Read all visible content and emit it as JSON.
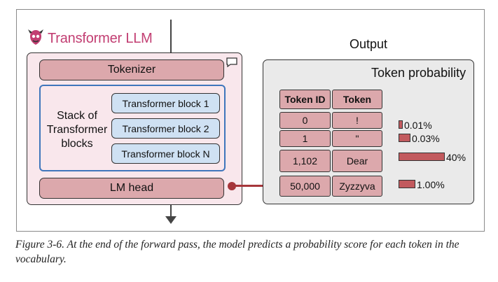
{
  "llm": {
    "title": "Transformer LLM",
    "tokenizer_label": "Tokenizer",
    "stack_label": "Stack of Transformer blocks",
    "blocks": [
      "Transformer block 1",
      "Transformer block 2",
      "Transformer block N"
    ],
    "lm_head_label": "LM head"
  },
  "output": {
    "title": "Output",
    "panel_title": "Token probability",
    "table": {
      "headers": [
        "Token ID",
        "Token"
      ],
      "rows": [
        {
          "id": "0",
          "token": "!",
          "prob_label": "0.01%",
          "prob": 0.01
        },
        {
          "id": "1",
          "token": "\"",
          "prob_label": "0.03%",
          "prob": 0.03
        },
        {
          "id": "1,102",
          "token": "Dear",
          "prob_label": "40%",
          "prob": 40
        },
        {
          "id": "50,000",
          "token": "Zyzzyva",
          "prob_label": "1.00%",
          "prob": 1.0
        }
      ]
    }
  },
  "caption": "Figure 3-6. At the end of the forward pass, the model predicts a probability score for each token in the vocabulary.",
  "colors": {
    "llm_fill": "#f9e7ec",
    "pill_fill": "#dca8ac",
    "block_fill": "#cfe1f3",
    "stack_border": "#3f76bc",
    "bar_fill": "#c25a5e",
    "connector": "#a6363b",
    "title_pink": "#c23e72"
  },
  "icons": [
    "transformer-logo-icon",
    "speech-bubble-icon",
    "arrow-down-icon"
  ]
}
